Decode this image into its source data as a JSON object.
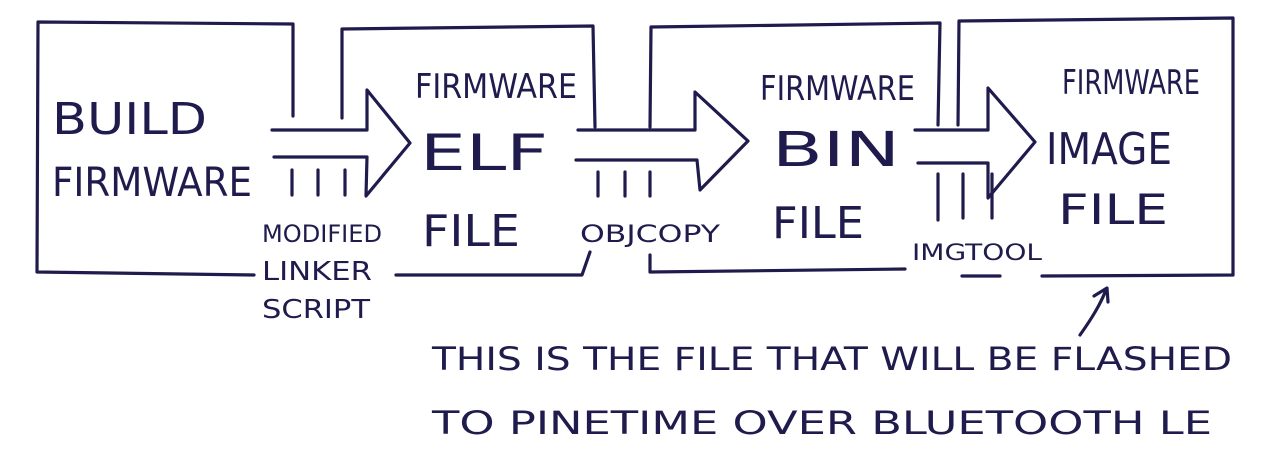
{
  "stages": [
    {
      "lines": [
        "BUILD",
        "FIRMWARE"
      ]
    },
    {
      "lines": [
        "FIRMWARE",
        "ELF",
        "FILE"
      ]
    },
    {
      "lines": [
        "FIRMWARE",
        "BIN",
        "FILE"
      ]
    },
    {
      "lines": [
        "FIRMWARE",
        "IMAGE",
        "FILE"
      ]
    }
  ],
  "tools": [
    {
      "lines": [
        "MODIFIED",
        "LINKER",
        "SCRIPT"
      ]
    },
    {
      "lines": [
        "OBJCOPY"
      ]
    },
    {
      "lines": [
        "IMGTOOL"
      ]
    }
  ],
  "note": {
    "lines": [
      "THIS IS THE FILE THAT WILL BE FLASHED",
      "TO PINETIME OVER BLUETOOTH LE"
    ]
  },
  "colors": {
    "ink": "#1f1b4d",
    "paper": "#ffffff"
  }
}
